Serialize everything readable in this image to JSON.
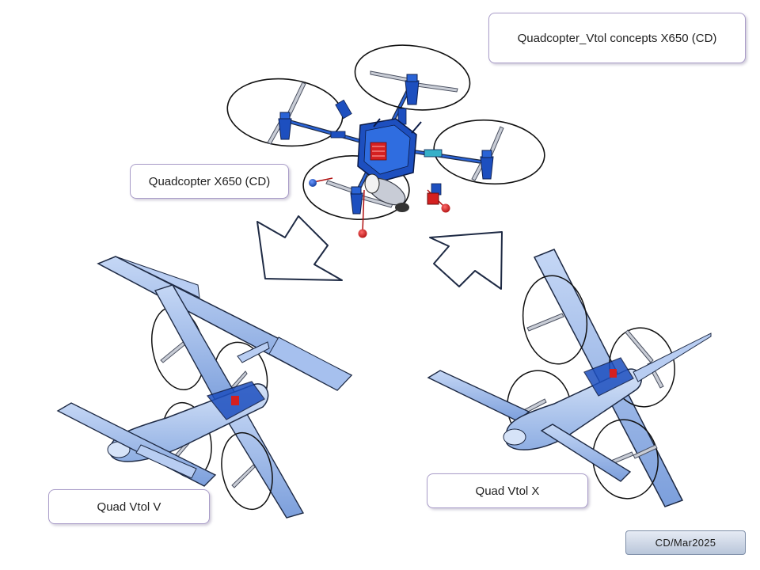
{
  "labels": {
    "title": "Quadcopter_Vtol concepts X650 (CD)",
    "quadcopter": "Quadcopter X650 (CD)",
    "vtol_v": "Quad Vtol V",
    "vtol_x": "Quad Vtol X"
  },
  "footer": {
    "credit": "CD/Mar2025"
  },
  "colors": {
    "frame_blue": "#1d4fbf",
    "wing_blue": "#8fb0e6",
    "accent_red": "#d42020",
    "outline_dark": "#1e2a44",
    "box_border": "#a99cc8"
  },
  "icons": [
    "quadcopter-drawing",
    "vtol-v-drawing",
    "vtol-x-drawing",
    "arrow-left-down-icon",
    "arrow-right-down-icon"
  ]
}
